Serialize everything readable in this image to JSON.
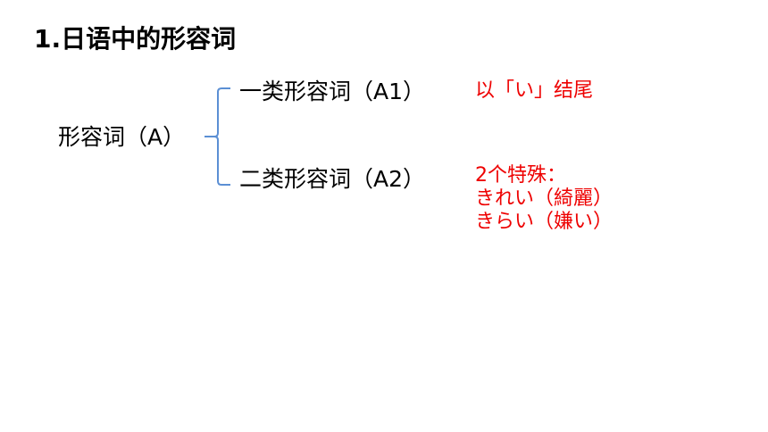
{
  "slide": {
    "title": "1.日语中的形容词"
  },
  "diagram": {
    "root": "形容词（A）",
    "children": [
      {
        "label": "一类形容词（A1）",
        "note": [
          "以「い」结尾"
        ]
      },
      {
        "label": "二类形容词（A2）",
        "note": [
          "2个特殊：",
          "きれい（綺麗）",
          "きらい（嫌い）"
        ]
      }
    ]
  },
  "colors": {
    "text": "#000000",
    "note": "#ee0000",
    "bracket": "#5b8fd4"
  }
}
